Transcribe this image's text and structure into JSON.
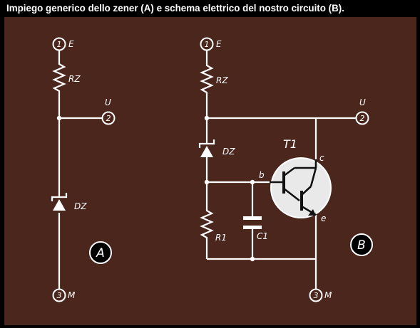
{
  "caption": "Impiego generico dello zener (A) e schema elettrico del nostro circuito (B).",
  "colors": {
    "board": "#4b261d",
    "ink": "#ffffff",
    "transistor_fill": "#e9e9e9",
    "frame": "#000000"
  },
  "circuit_a": {
    "panel_label": "A",
    "terminals": [
      {
        "number": "1",
        "label": "E"
      },
      {
        "number": "2",
        "label": "U"
      },
      {
        "number": "3",
        "label": "M"
      }
    ],
    "components": {
      "resistor": "RZ",
      "zener": "DZ"
    }
  },
  "circuit_b": {
    "panel_label": "B",
    "terminals": [
      {
        "number": "1",
        "label": "E"
      },
      {
        "number": "2",
        "label": "U"
      },
      {
        "number": "3",
        "label": "M"
      }
    ],
    "components": {
      "resistor_zener": "RZ",
      "zener": "DZ",
      "resistor": "R1",
      "capacitor": "C1",
      "transistor": "T1"
    },
    "transistor_pins": {
      "base": "b",
      "collector": "c",
      "emitter": "e"
    }
  }
}
